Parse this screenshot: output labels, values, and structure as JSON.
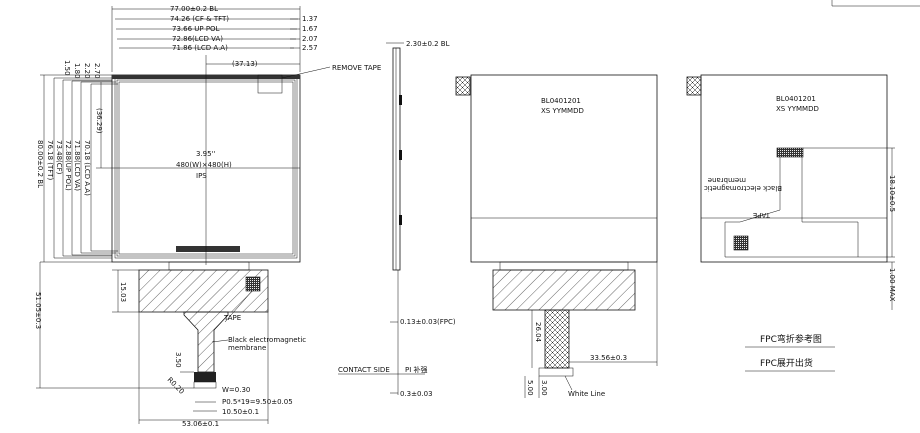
{
  "front_view": {
    "top_dims": [
      "77.00±0.2 BL",
      "74.26 (CF & TFT)",
      "73.66 UP POL",
      "72.86(LCD VA)",
      "71.86 (LCD A.A)"
    ],
    "right_dims": [
      "1.37",
      "1.67",
      "2.07",
      "2.57"
    ],
    "left_small_dims": [
      "2.70",
      "2.20",
      "1.80",
      "1.50"
    ],
    "left_dims": [
      "80.00±0.2 BL",
      "76.18 (TFT)",
      "73.48(CF)",
      "72.88(UP POL)",
      "71.88(LCD VA)",
      "70.18 (LCD A.A)"
    ],
    "center_h": "(37.13)",
    "center_v": "(36.29)",
    "remove_tape": "REMOVE TAPE",
    "size": "3.95''",
    "resolution": "480(W)×480(H)",
    "tech": "IPS",
    "fpc_15": "15.03",
    "fpc_51": "51.05±0.3",
    "tape": "TAPE",
    "membrane_line1": "Black electromagnetic",
    "membrane_line2": "membrane",
    "fpc_350": "3.50",
    "fpc_r": "R0.20",
    "w030": "W=0.30",
    "pitch": "P0.5*19=9.50±0.05",
    "d1050": "10.50±0.1",
    "d5306": "53.06±0.1"
  },
  "side_view": {
    "thickness": "2.30±0.2 BL",
    "fpc_thick": "0.13±0.03(FPC)",
    "contact_side": "CONTACT SIDE",
    "pi": "PI 补强",
    "pi_thick": "0.3±0.03"
  },
  "back_bent": {
    "model": "BL0401201",
    "date": "XS YYMMDD",
    "d2604": "26.04",
    "d3356": "33.56±0.3",
    "d500": "5.00",
    "d300": "3.00",
    "white_line": "White Line",
    "caption": "FPC弯折参考图"
  },
  "back_flat": {
    "model": "BL0401201",
    "date": "XS YYMMDD",
    "membrane_line1": "Black electromagnetic",
    "membrane_line2": "membrane",
    "tape": "TAPE",
    "d1810": "18.10±0.5",
    "max": "1.00 MAX",
    "caption": "FPC展开出货"
  }
}
